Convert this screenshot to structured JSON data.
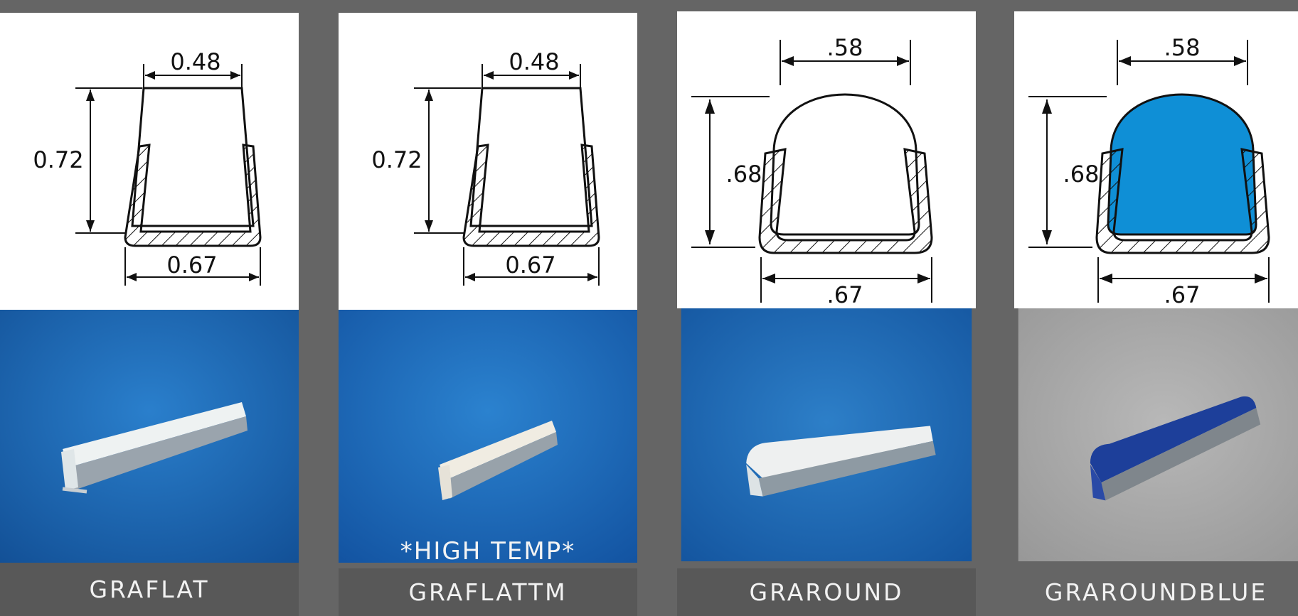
{
  "products": [
    {
      "name": "GRAFLAT",
      "profile_shape": "flat",
      "dims": {
        "top": "0.48",
        "height": "0.72",
        "bottom": "0.67"
      },
      "photo_background": "#1a62b0",
      "strip_color": "#e9eef0",
      "note": ""
    },
    {
      "name": "GRAFLATTM",
      "profile_shape": "flat",
      "dims": {
        "top": "0.48",
        "height": "0.72",
        "bottom": "0.67"
      },
      "photo_background": "#1c66b4",
      "strip_color": "#f0ece2",
      "note": "*HIGH TEMP*"
    },
    {
      "name": "GRAROUND",
      "profile_shape": "round",
      "dims": {
        "top": ".58",
        "height": ".68",
        "bottom": ".67"
      },
      "photo_background": "#1a62b0",
      "strip_color": "#eef0f0",
      "note": ""
    },
    {
      "name": "GRAROUNDBLUE",
      "profile_shape": "round",
      "dims": {
        "top": ".58",
        "height": ".68",
        "bottom": ".67"
      },
      "photo_background": "#a6a6a6",
      "strip_color": "#1d3f9a",
      "insert_fill": "#0f8fd6",
      "note": ""
    }
  ]
}
